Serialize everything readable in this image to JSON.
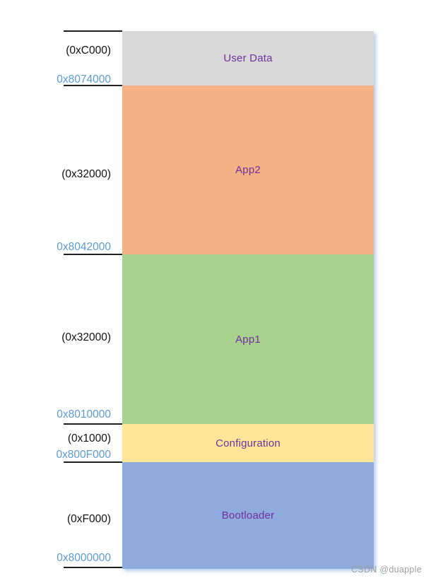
{
  "diagram": {
    "title": "flash-memory-layout",
    "regions": [
      {
        "name": "User Data",
        "size": "(0xC000)",
        "start_address": "0x8074000",
        "color": "#D9D9D9"
      },
      {
        "name": "App2",
        "size": "(0x32000)",
        "start_address": "0x8042000",
        "color": "#F4B183"
      },
      {
        "name": "App1",
        "size": "(0x32000)",
        "start_address": "0x8010000",
        "color": "#A9D18E"
      },
      {
        "name": "Configuration",
        "size": "(0x1000)",
        "start_address": "0x800F000",
        "color": "#FFE699"
      },
      {
        "name": "Bootloader",
        "size": "(0xF000)",
        "start_address": "0x8000000",
        "color": "#8FAADC"
      }
    ],
    "colors": {
      "region_label_text": "#7030A0",
      "address_text": "#5B9BD5",
      "size_text": "#111111",
      "tick_line": "#1f1f1f",
      "shadow": "#AEC7E8"
    }
  },
  "watermark": {
    "text": "CSDN @duapple"
  }
}
